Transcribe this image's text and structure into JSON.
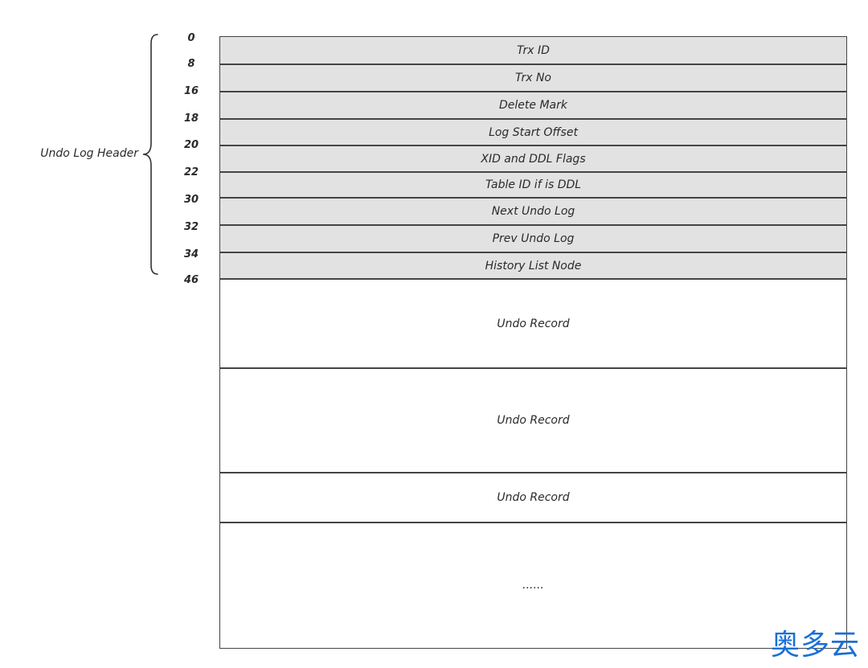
{
  "header_label": "Undo Log Header",
  "offsets": [
    "0",
    "8",
    "16",
    "18",
    "20",
    "22",
    "30",
    "32",
    "34",
    "46"
  ],
  "header_fields": [
    "Trx ID",
    "Trx No",
    "Delete Mark",
    "Log Start Offset",
    "XID and DDL Flags",
    "Table ID if is DDL",
    "Next Undo Log",
    "Prev Undo Log",
    "History List Node"
  ],
  "body_fields": [
    "Undo Record",
    "Undo Record",
    "Undo Record",
    "......"
  ],
  "watermark": "奥多云",
  "colors": {
    "header_fill": "#e2e2e2",
    "body_fill": "#ffffff",
    "border": "#444444",
    "watermark": "#1a6fd6"
  }
}
